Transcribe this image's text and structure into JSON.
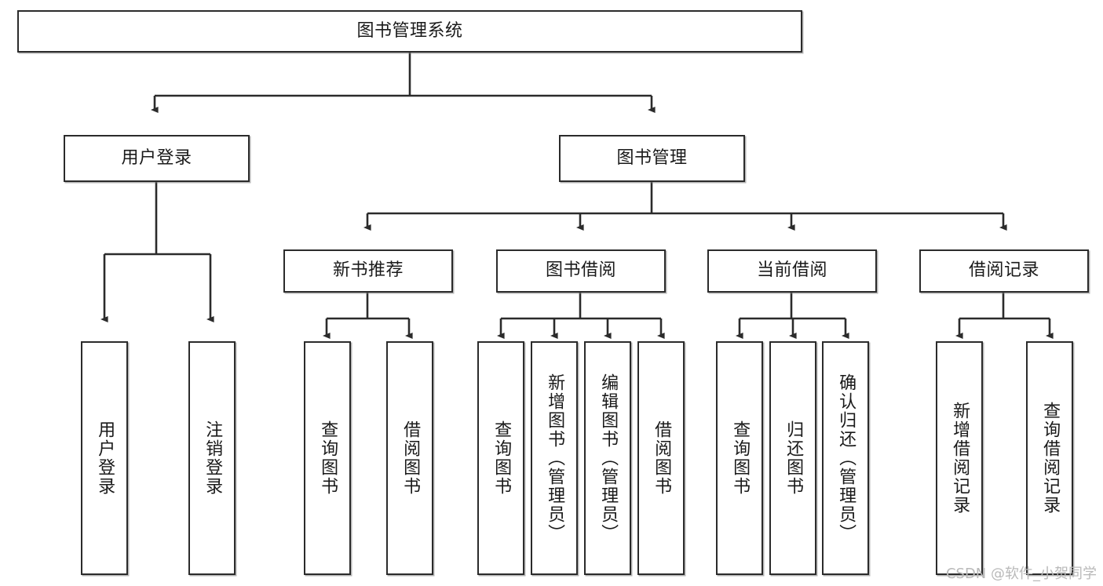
{
  "diagram": {
    "title": "图书管理系统",
    "type": "tree",
    "watermark": "CSDN @软件_小贺同学",
    "colors": {
      "box_border": "#2b2b2b",
      "box_fill": "#ffffff",
      "edge": "#2b2b2b",
      "text": "#1a1a1a",
      "watermark": "#b9b9b9"
    },
    "levels": {
      "root": {
        "label": "图书管理系统"
      },
      "level1": [
        {
          "id": "user-login",
          "label": "用户登录"
        },
        {
          "id": "book-manage",
          "label": "图书管理"
        }
      ],
      "level2": [
        {
          "id": "new-book-recommend",
          "label": "新书推荐",
          "parent": "book-manage"
        },
        {
          "id": "book-borrow",
          "label": "图书借阅",
          "parent": "book-manage"
        },
        {
          "id": "current-borrow",
          "label": "当前借阅",
          "parent": "book-manage"
        },
        {
          "id": "borrow-record",
          "label": "借阅记录",
          "parent": "book-manage"
        }
      ],
      "leaves": [
        {
          "id": "leaf-user-login",
          "label": "用户登录",
          "parent": "user-login"
        },
        {
          "id": "leaf-user-logout",
          "label": "注销登录",
          "parent": "user-login"
        },
        {
          "id": "leaf-query-book-1",
          "label": "查询图书",
          "parent": "new-book-recommend"
        },
        {
          "id": "leaf-borrow-book-1",
          "label": "借阅图书",
          "parent": "new-book-recommend"
        },
        {
          "id": "leaf-query-book-2",
          "label": "查询图书",
          "parent": "book-borrow"
        },
        {
          "id": "leaf-add-book",
          "label": "新增图书（管理员）",
          "parent": "book-borrow"
        },
        {
          "id": "leaf-edit-book",
          "label": "编辑图书（管理员）",
          "parent": "book-borrow"
        },
        {
          "id": "leaf-borrow-book-2",
          "label": "借阅图书",
          "parent": "book-borrow"
        },
        {
          "id": "leaf-query-book-3",
          "label": "查询图书",
          "parent": "current-borrow"
        },
        {
          "id": "leaf-return-book",
          "label": "归还图书",
          "parent": "current-borrow"
        },
        {
          "id": "leaf-confirm-return",
          "label": "确认归还（管理员）",
          "parent": "current-borrow"
        },
        {
          "id": "leaf-add-record",
          "label": "新增借阅记录",
          "parent": "borrow-record"
        },
        {
          "id": "leaf-query-record",
          "label": "查询借阅记录",
          "parent": "borrow-record"
        }
      ]
    }
  }
}
